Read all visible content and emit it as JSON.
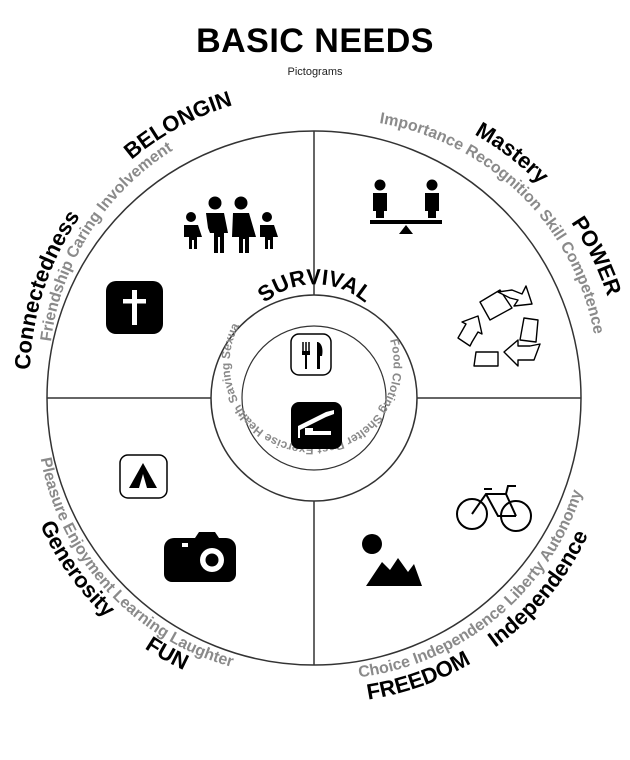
{
  "header": {
    "title": "BASIC NEEDS",
    "subtitle": "Pictograms"
  },
  "center": {
    "label": "SURVIVAL",
    "needs": "Food Cloting Shelter Rest Exercise Health Saving Sexuality",
    "icons": [
      "fork-knife-icon",
      "bed-icon"
    ]
  },
  "quadrants": {
    "belonging": {
      "label": "BELONGING",
      "alt_label": "Connectedness",
      "needs": "Friendship Caring Involvement",
      "icons": [
        "family-icon",
        "cross-icon"
      ]
    },
    "power": {
      "label": "POWER",
      "alt_label": "Mastery",
      "needs": "Importance Recognition Skill Competence",
      "icons": [
        "seesaw-icon",
        "recycle-icon"
      ]
    },
    "freedom": {
      "label": "FREEDOM",
      "alt_label": "Independence",
      "needs": "Choice Independence Liberty Autonomy",
      "icons": [
        "bicycle-icon",
        "mountain-sun-icon"
      ]
    },
    "fun": {
      "label": "FUN",
      "alt_label": "Generosity",
      "needs": "Pleasure Enjoyment Learning Laughter",
      "icons": [
        "tent-icon",
        "camera-icon"
      ]
    }
  },
  "colors": {
    "line": "#333333",
    "text": "#000000",
    "muted_text": "#8a8a8a"
  }
}
